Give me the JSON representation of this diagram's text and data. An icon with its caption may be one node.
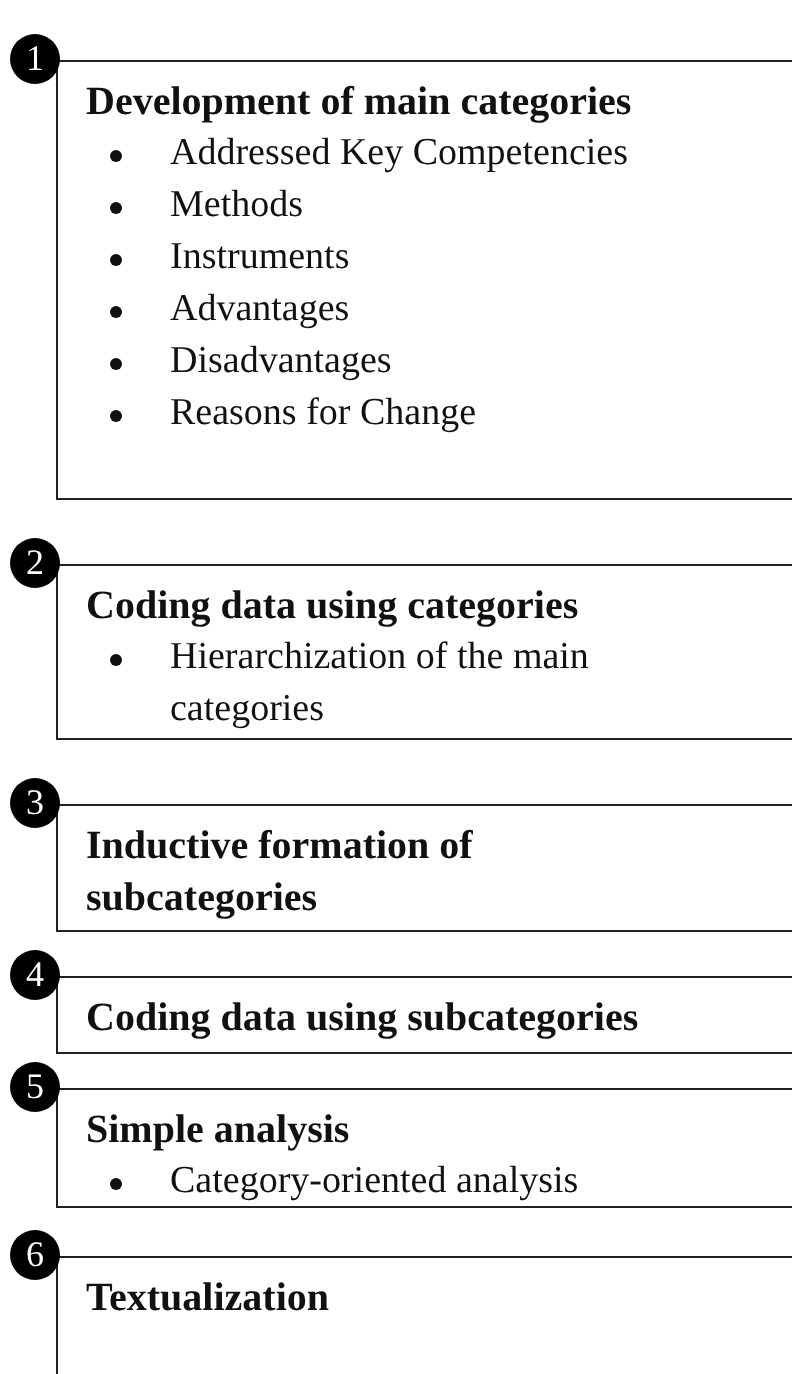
{
  "diagram": {
    "nodes": [
      {
        "text": [
          "Development of main categories",
          "Addressed Key Competencies",
          "Methods",
          "Instruments",
          "Advantages",
          "Disadvantages",
          "Reasons for Change"
        ],
        "beside": [
          "1"
        ]
      },
      {
        "text": [
          "Coding data using categories",
          "Hierarchization of the main categories"
        ],
        "beside": [
          "2"
        ]
      },
      {
        "text": [
          "Inductive formation of subcategories"
        ],
        "beside": [
          "3"
        ]
      },
      {
        "text": [
          "Coding data using subcategories"
        ],
        "beside": [
          "4"
        ]
      },
      {
        "text": [
          "Simple analysis",
          "Category-oriented analysis"
        ],
        "beside": [
          "5"
        ]
      },
      {
        "text": [
          "Textualization"
        ],
        "beside": [
          "6"
        ]
      }
    ]
  }
}
